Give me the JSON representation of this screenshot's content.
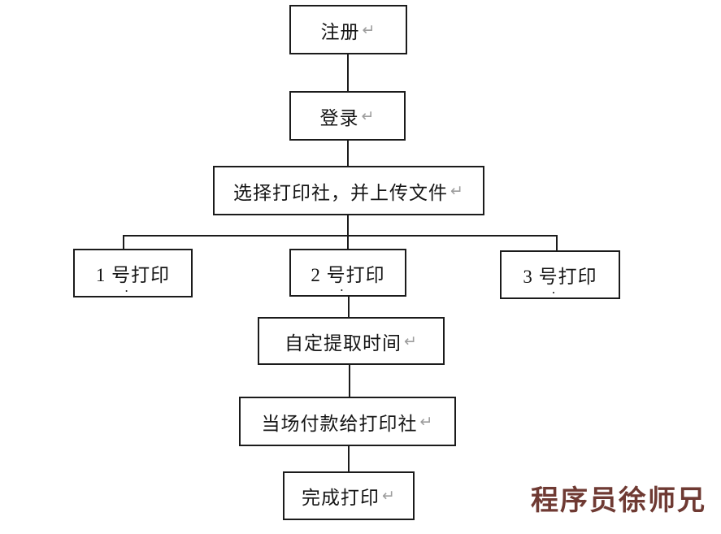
{
  "flowchart": {
    "return_symbol": "↵",
    "branch_dot": ".",
    "line_color": "#1b1b1b",
    "nodes": {
      "register": {
        "label": "注册"
      },
      "login": {
        "label": "登录"
      },
      "select_shop": {
        "label": "选择打印社，并上传文件"
      },
      "print1": {
        "label": "1 号打印"
      },
      "print2": {
        "label": "2 号打印"
      },
      "print3": {
        "label": "3 号打印"
      },
      "pickup_time": {
        "label": "自定提取时间"
      },
      "pay_onsite": {
        "label": "当场付款给打印社"
      },
      "finish": {
        "label": "完成打印"
      }
    }
  },
  "watermark": {
    "text": "程序员徐师兄",
    "color": "#6f3a33"
  }
}
